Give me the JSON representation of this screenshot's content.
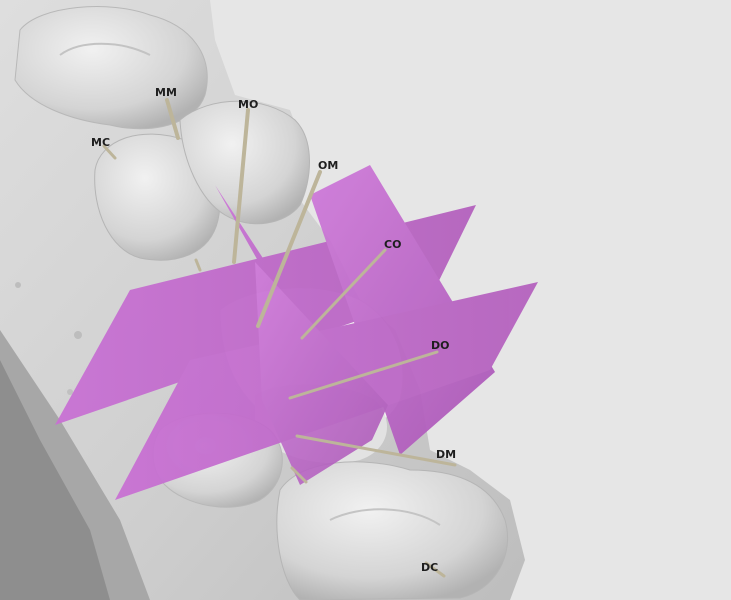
{
  "colors": {
    "background": "#e6e6e6",
    "tooth_model": "#d6d6d6",
    "plane": "#c56ad0",
    "needle": "#bdb59a"
  },
  "labels": {
    "mm": "MM",
    "mc": "MC",
    "mo": "MO",
    "om": "OM",
    "co": "CO",
    "do": "DO",
    "dm": "DM",
    "dc": "DC"
  }
}
